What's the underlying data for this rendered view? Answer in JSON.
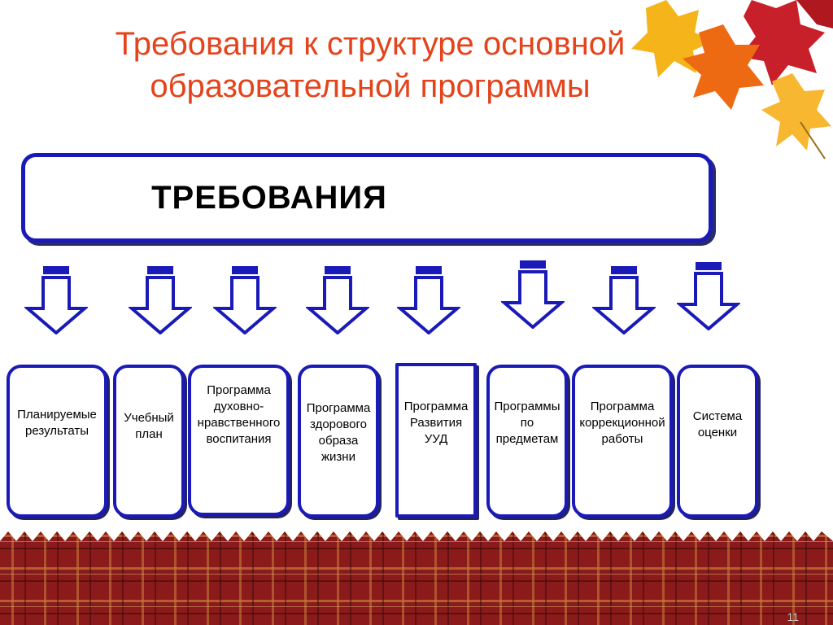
{
  "title": {
    "line1": "Требования к структуре основной",
    "line2": "образовательной программы"
  },
  "main": {
    "label": "ТРЕБОВАНИЯ"
  },
  "items": [
    {
      "text": "Планируемые\nрезультаты"
    },
    {
      "text": "Учебный\nплан"
    },
    {
      "text": "Программа\nдуховно-\nнравственного\nвоспитания"
    },
    {
      "text": "Программа\nздорового\nобраза\nжизни"
    },
    {
      "text": "Программа\nРазвития\nУУД"
    },
    {
      "text": "Программы\nпо\nпредметам"
    },
    {
      "text": "Программа\nкоррекционной\nработы"
    },
    {
      "text": "Система\nоценки"
    }
  ],
  "page_number": "11",
  "colors": {
    "title": "#e4431b",
    "border": "#1a1ab8",
    "floor": "#8b1a1a"
  }
}
